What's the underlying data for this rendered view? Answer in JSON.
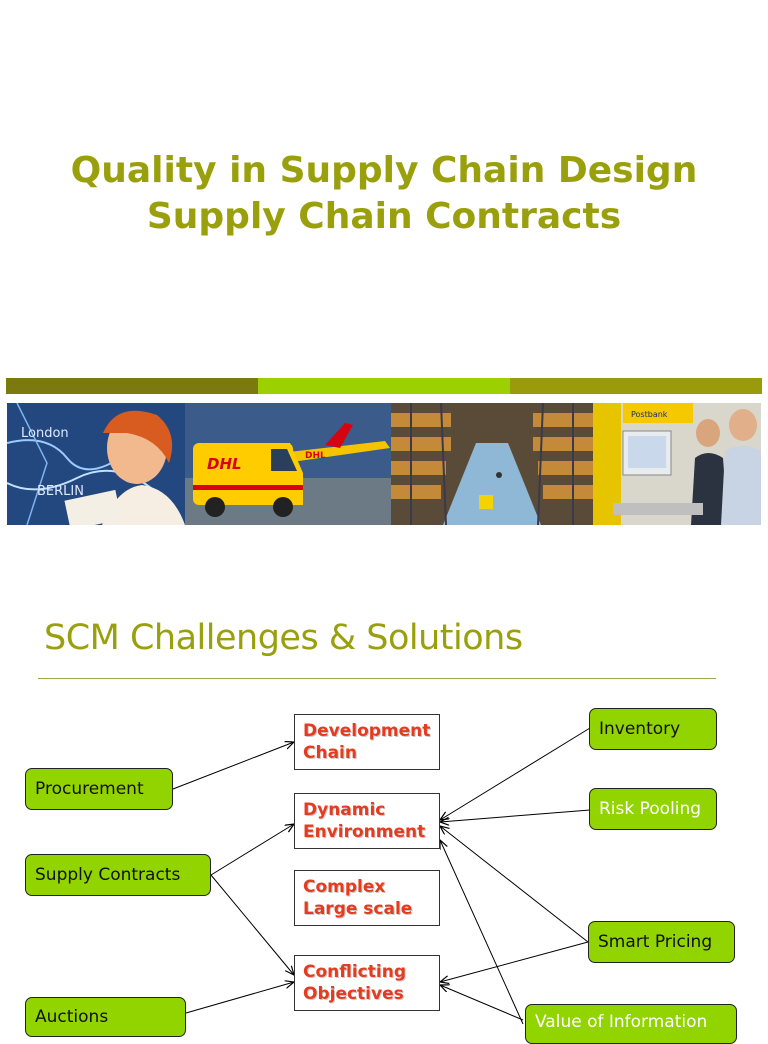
{
  "slide1": {
    "title_line1": "Quality in Supply Chain Design",
    "title_line2": "Supply Chain Contracts"
  },
  "photo_strip": {
    "photo1_text_top": "London",
    "photo1_text_bottom": "BERLIN",
    "van_logo": "DHL",
    "plane_logo": "DHL",
    "sign_text": "Postbank"
  },
  "slide2": {
    "title": "SCM Challenges & Solutions",
    "left_boxes": [
      "Procurement",
      "Supply Contracts",
      "Auctions"
    ],
    "challenges": [
      {
        "line1": "Development",
        "line2": "Chain"
      },
      {
        "line1": "Dynamic",
        "line2": "Environment"
      },
      {
        "line1": "Complex",
        "line2": "Large scale"
      },
      {
        "line1": "Conflicting",
        "line2": "Objectives"
      }
    ],
    "right_boxes": [
      "Inventory",
      "Risk Pooling",
      "Smart Pricing",
      "Value of Information"
    ]
  },
  "colors": {
    "title_olive": "#99a00b",
    "box_green": "#92d400",
    "challenge_red": "#e63b1e",
    "band_dark": "#7b7a0e",
    "band_light": "#9dd000",
    "band_mid": "#9a9b0a"
  }
}
